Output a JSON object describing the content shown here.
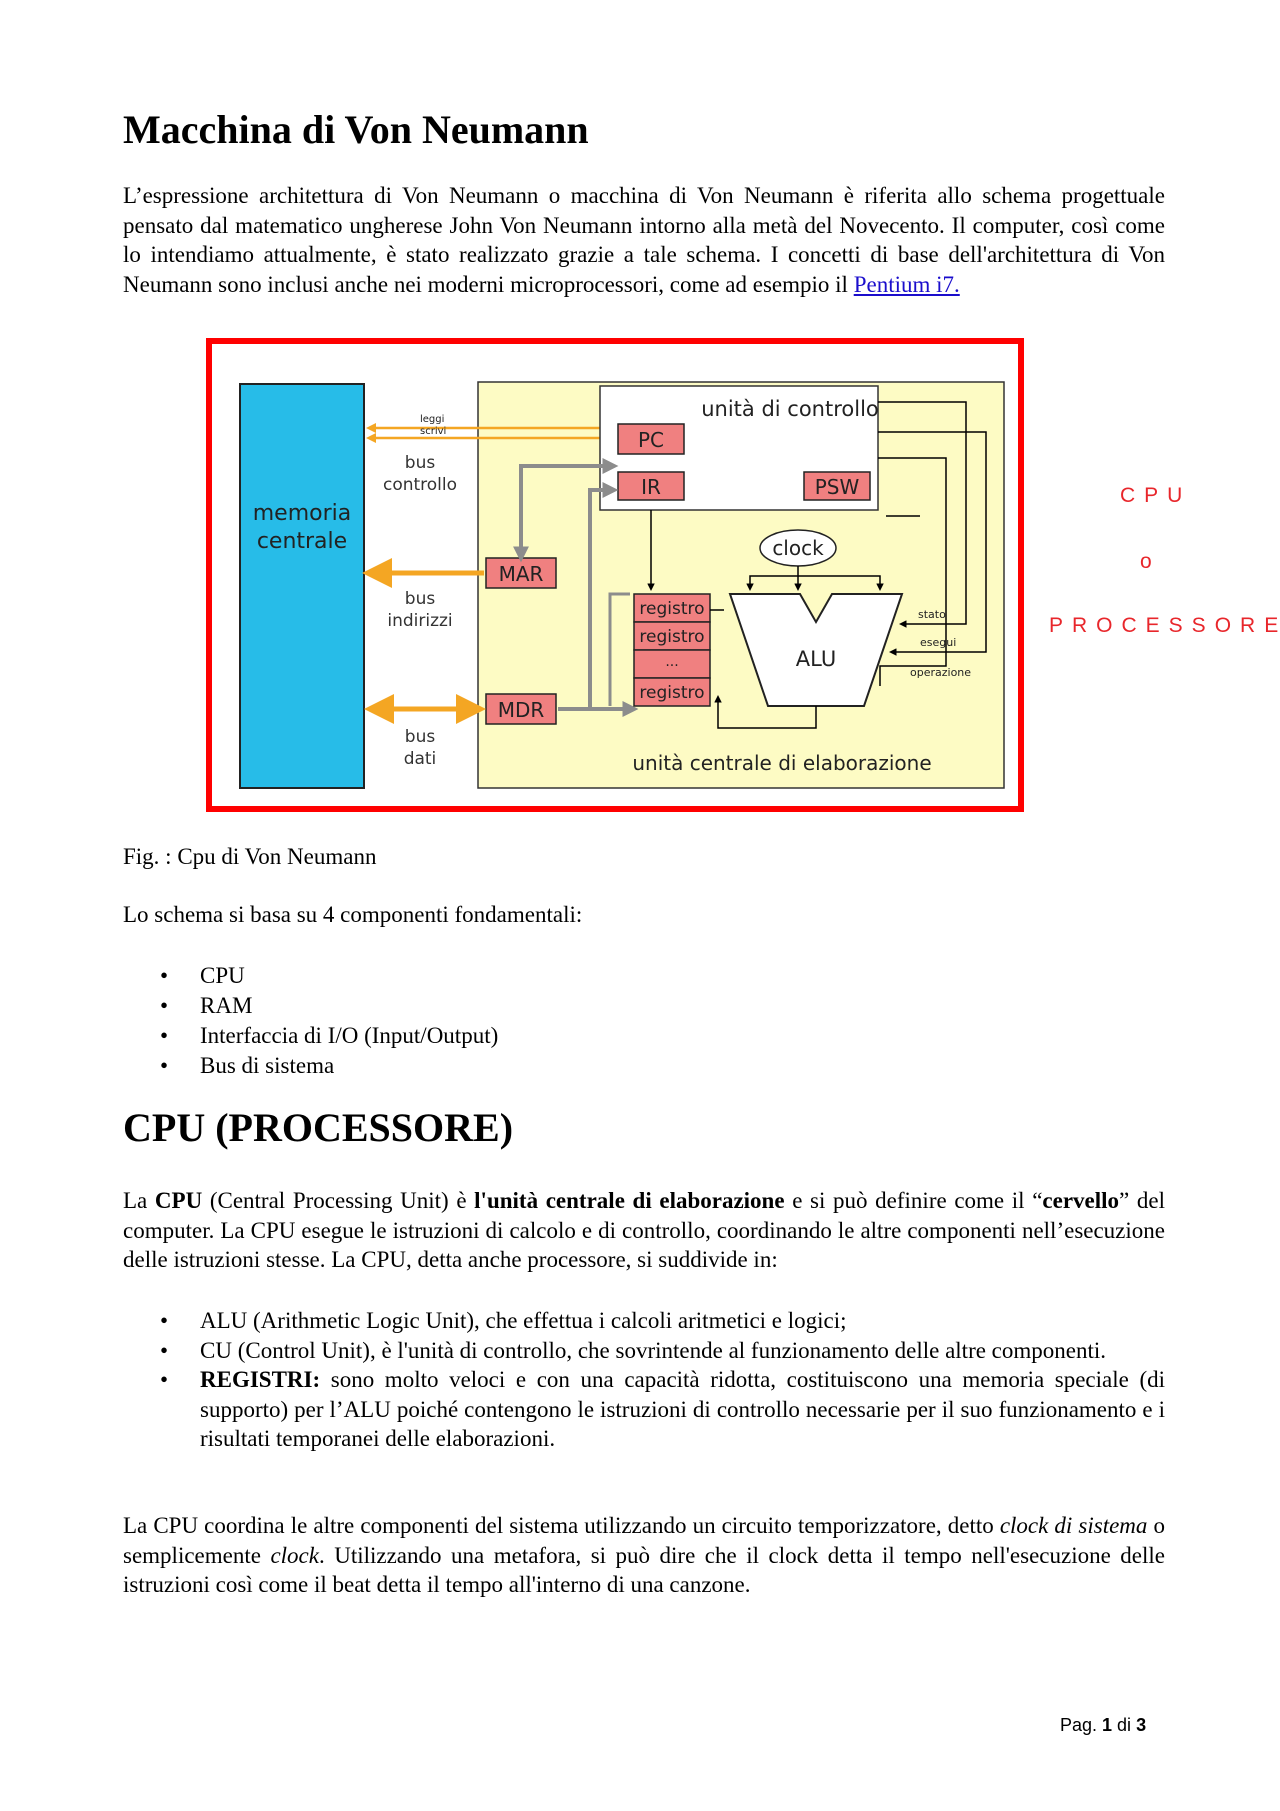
{
  "title": "Macchina di Von Neumann",
  "intro_paragraph": {
    "text": "L’espressione architettura di Von Neumann o macchina di Von Neumann è riferita allo schema progettuale pensato dal matematico ungherese John Von Neumann intorno alla metà del Novecento. Il computer, così come lo intendiamo attualmente, è stato realizzato grazie a tale schema. I concetti di base dell'architettura di Von Neumann sono inclusi anche nei moderni microprocessori, come ad esempio il ",
    "link": "Pentium i7."
  },
  "diagram": {
    "memory_label_1": "memoria",
    "memory_label_2": "centrale",
    "control_unit": "unità di controllo",
    "pc": "PC",
    "ir": "IR",
    "psw": "PSW",
    "clock": "clock",
    "mar": "MAR",
    "mdr": "MDR",
    "alu": "ALU",
    "registers": [
      "registro",
      "registro",
      "...",
      "registro"
    ],
    "read": "leggi",
    "write": "scrivi",
    "bus_control_1": "bus",
    "bus_control_2": "controllo",
    "bus_address_1": "bus",
    "bus_address_2": "indirizzi",
    "bus_data_1": "bus",
    "bus_data_2": "dati",
    "state": "stato",
    "execute": "esegui",
    "operation": "operazione",
    "cpu_label": "unità centrale di elaborazione"
  },
  "side_labels": {
    "cpu": "CPU",
    "or": "o",
    "processor": "PROCESSORE"
  },
  "caption": "Fig. : Cpu di Von Neumann",
  "components_intro": "Lo schema si basa su 4 componenti fondamentali:",
  "components": [
    "CPU",
    "RAM",
    "Interfaccia di I/O (Input/Output)",
    "Bus di sistema"
  ],
  "section_title": "CPU (PROCESSORE)",
  "cpu_paragraph": {
    "p1": "La ",
    "b1": "CPU",
    "p2": " (Central Processing Unit) è ",
    "b2": "l'unità centrale di elaborazione",
    "p3": " e si può definire come il “",
    "b3": "cervello",
    "p4": "” del computer. La CPU esegue le istruzioni di calcolo e di controllo, coordinando le altre componenti nell’esecuzione delle istruzioni stesse. La CPU, detta anche processore, si suddivide in:"
  },
  "cpu_parts": {
    "alu": "ALU (Arithmetic Logic Unit), che effettua i calcoli aritmetici e logici;",
    "cu": "CU (Control Unit), è l'unità di controllo, che sovrintende al funzionamento delle altre componenti.",
    "reg_bold": "REGISTRI:",
    "reg_text": " sono molto veloci e con una capacità ridotta, costituiscono una memoria speciale (di supporto) per l’ALU poiché contengono le istruzioni di controllo necessarie per il suo funzionamento e i risultati temporanei delle elaborazioni."
  },
  "clock_paragraph": {
    "p1": "La CPU coordina le altre componenti del sistema utilizzando un circuito temporizzatore, detto ",
    "i1": "clock di sistema",
    "p2": " o semplicemente ",
    "i2": "clock",
    "p3": ". Utilizzando una metafora, si può dire che il clock detta il tempo nell'esecuzione delle istruzioni così come il beat detta il tempo all'interno di una canzone."
  },
  "footer": {
    "prefix": "Pag. ",
    "page": "1",
    "middle": " di ",
    "total": "3"
  },
  "colors": {
    "memory": "#27bce8",
    "cpu_bg": "#fdfbc4",
    "register": "#f08080",
    "bus_orange": "#f4a623",
    "frame": "#ff0000",
    "side_text": "#e8262b",
    "link": "#1a0dcc"
  }
}
